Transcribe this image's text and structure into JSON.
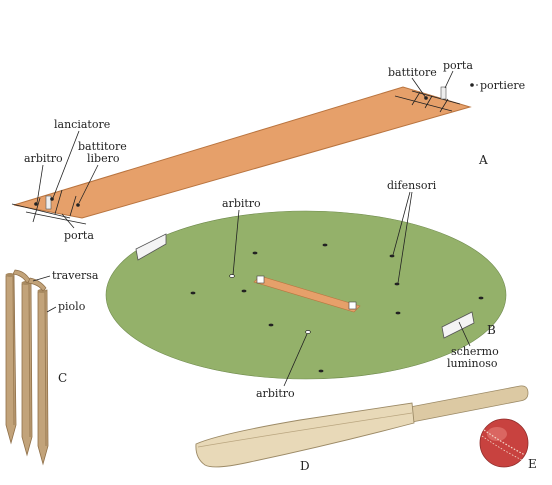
{
  "colors": {
    "pitch": "#e6a06a",
    "pitch_edge": "#b9743f",
    "field": "#94b16a",
    "field_edge": "#6f8a4d",
    "wood": "#c2a37a",
    "wood_dark": "#8f6f48",
    "bat": "#e8d9b8",
    "bat_edge": "#9c8a66",
    "ball": "#c8423f",
    "ball_light": "#e9857e"
  },
  "labels": {
    "battitore_top": "battitore",
    "porta_top": "porta",
    "portiere": "portiere",
    "panel_a": "A",
    "lanciatore": "lanciatore",
    "arbitro_left": "arbitro",
    "battitore_libero_1": "battitore",
    "battitore_libero_2": "libero",
    "porta_bottom": "porta",
    "difensori": "difensori",
    "arbitro_field": "arbitro",
    "panel_b": "B",
    "schermo_1": "schermo",
    "schermo_2": "luminoso",
    "arbitro_bottom": "arbitro",
    "traversa": "traversa",
    "piolo": "piolo",
    "panel_c": "C",
    "panel_d": "D",
    "panel_e": "E"
  }
}
